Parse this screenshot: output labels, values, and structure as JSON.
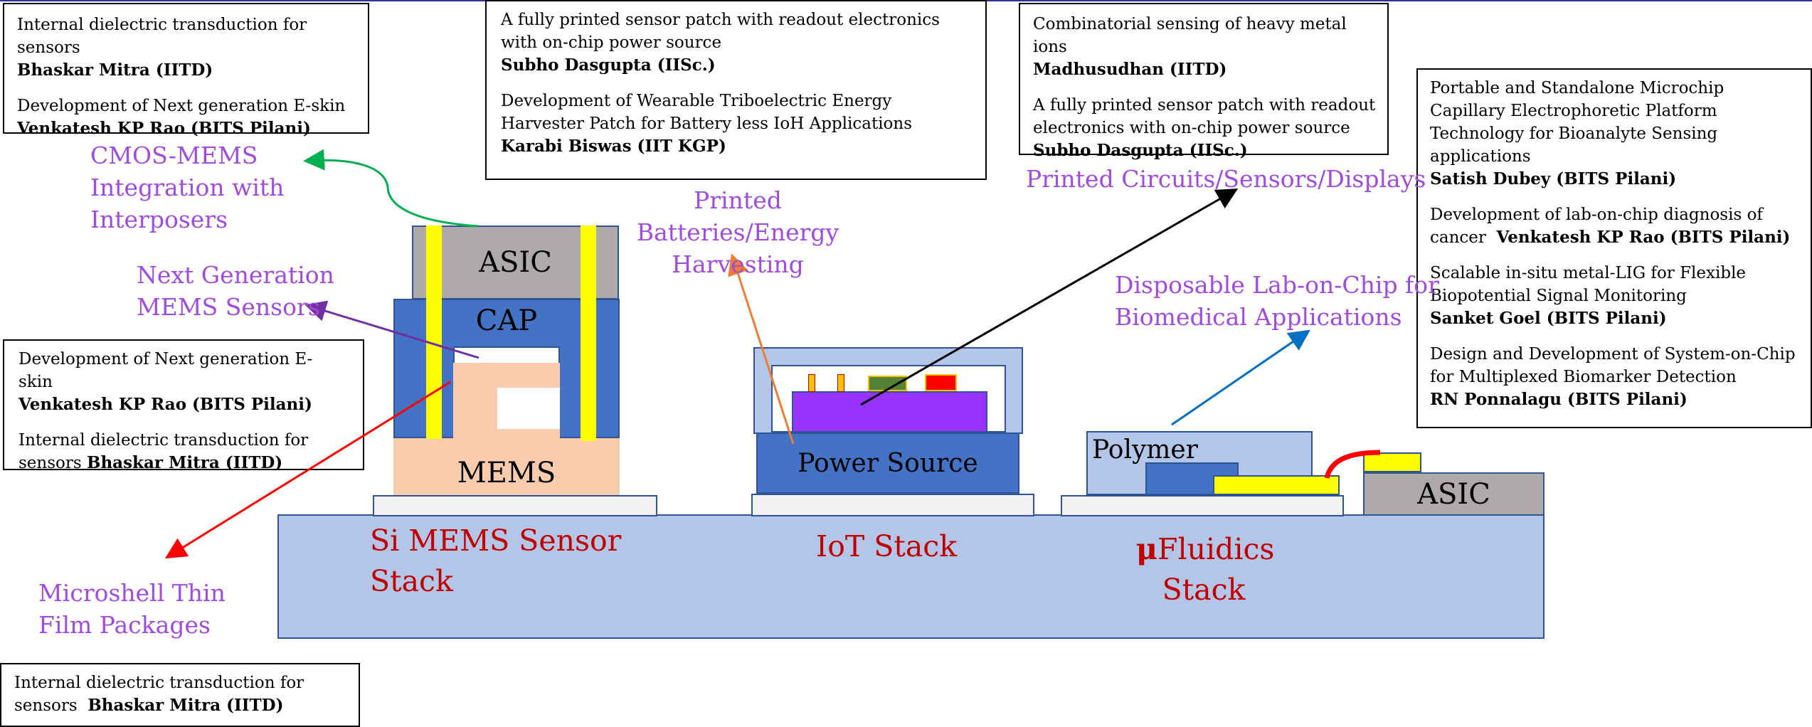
{
  "boxes": {
    "top_left": [
      {
        "text": "Internal dielectric transduction for sensors",
        "name": "Bhaskar Mitra (IITD)"
      },
      {
        "text": "Development of Next generation E-skin",
        "name": "Venkatesh KP Rao (BITS Pilani)"
      }
    ],
    "top_center": [
      {
        "text": "A fully printed sensor patch with readout electronics with on-chip power source",
        "name": "Subho Dasgupta (IISc.)"
      },
      {
        "text": "Development of Wearable Triboelectric Energy Harvester Patch for Battery less IoH Applications",
        "name": "Karabi Biswas (IIT KGP)"
      }
    ],
    "top_right": [
      {
        "text": "Combinatorial sensing of heavy metal ions",
        "name": "Madhusudhan (IITD)"
      },
      {
        "text": "A fully printed sensor patch with readout electronics with on-chip power source",
        "name": "Subho Dasgupta (IISc.)"
      }
    ],
    "far_right": [
      {
        "text": "Portable and Standalone Microchip Capillary Electrophoretic Platform Technology for Bioanalyte Sensing applications",
        "name": "Satish Dubey (BITS Pilani)"
      },
      {
        "text": "Development of lab-on-chip diagnosis of cancer",
        "name": "Venkatesh KP Rao (BITS Pilani)"
      },
      {
        "text": "Scalable in-situ metal-LIG for Flexible Biopotential Signal Monitoring",
        "name": "Sanket Goel (BITS Pilani)"
      },
      {
        "text": "Design and Development of System-on-Chip for Multiplexed Biomarker Detection",
        "name": "RN Ponnalagu (BITS Pilani)"
      }
    ],
    "mid_left": [
      {
        "text": "Development of Next generation E-skin",
        "name": "Venkatesh KP Rao (BITS Pilani)"
      },
      {
        "text": "Internal dielectric transduction for sensors",
        "name": "Bhaskar Mitra (IITD)"
      }
    ],
    "bottom_left": [
      {
        "text": "Internal dielectric transduction for sensors",
        "name": "Bhaskar Mitra (IITD)"
      }
    ]
  },
  "labels": {
    "cmos_mems": "CMOS-MEMS\nIntegration with\nInterposers",
    "next_gen_mems": "Next Generation\nMEMS Sensors",
    "microshell": "Microshell Thin\nFilm Packages",
    "printed_batteries": "Printed Batteries/Energy\nHarvesting",
    "printed_circuits": "Printed Circuits/Sensors/Displays",
    "lab_on_chip": "Disposable Lab-on-Chip for\nBiomedical Applications"
  },
  "stacks": {
    "si_mems": "Si MEMS Sensor\nStack",
    "iot": "IoT Stack",
    "fluidics_mu": "μ",
    "fluidics_rest": "Fluidics",
    "fluidics_line2": "Stack"
  },
  "blocks": {
    "asic_top": "ASIC",
    "cap": "CAP",
    "mems": "MEMS",
    "power_source": "Power Source",
    "polymer": "Polymer",
    "asic_right": "ASIC"
  },
  "colors": {
    "substrate": "#b4c6e7",
    "blue_block": "#4472c4",
    "mems_peach": "#f8cbad",
    "asic_gray": "#aeaaaa",
    "yellow": "#ffff00",
    "purple_chip": "#9933ff",
    "label_purple": "#a24ae0",
    "stack_red": "#c00000"
  }
}
